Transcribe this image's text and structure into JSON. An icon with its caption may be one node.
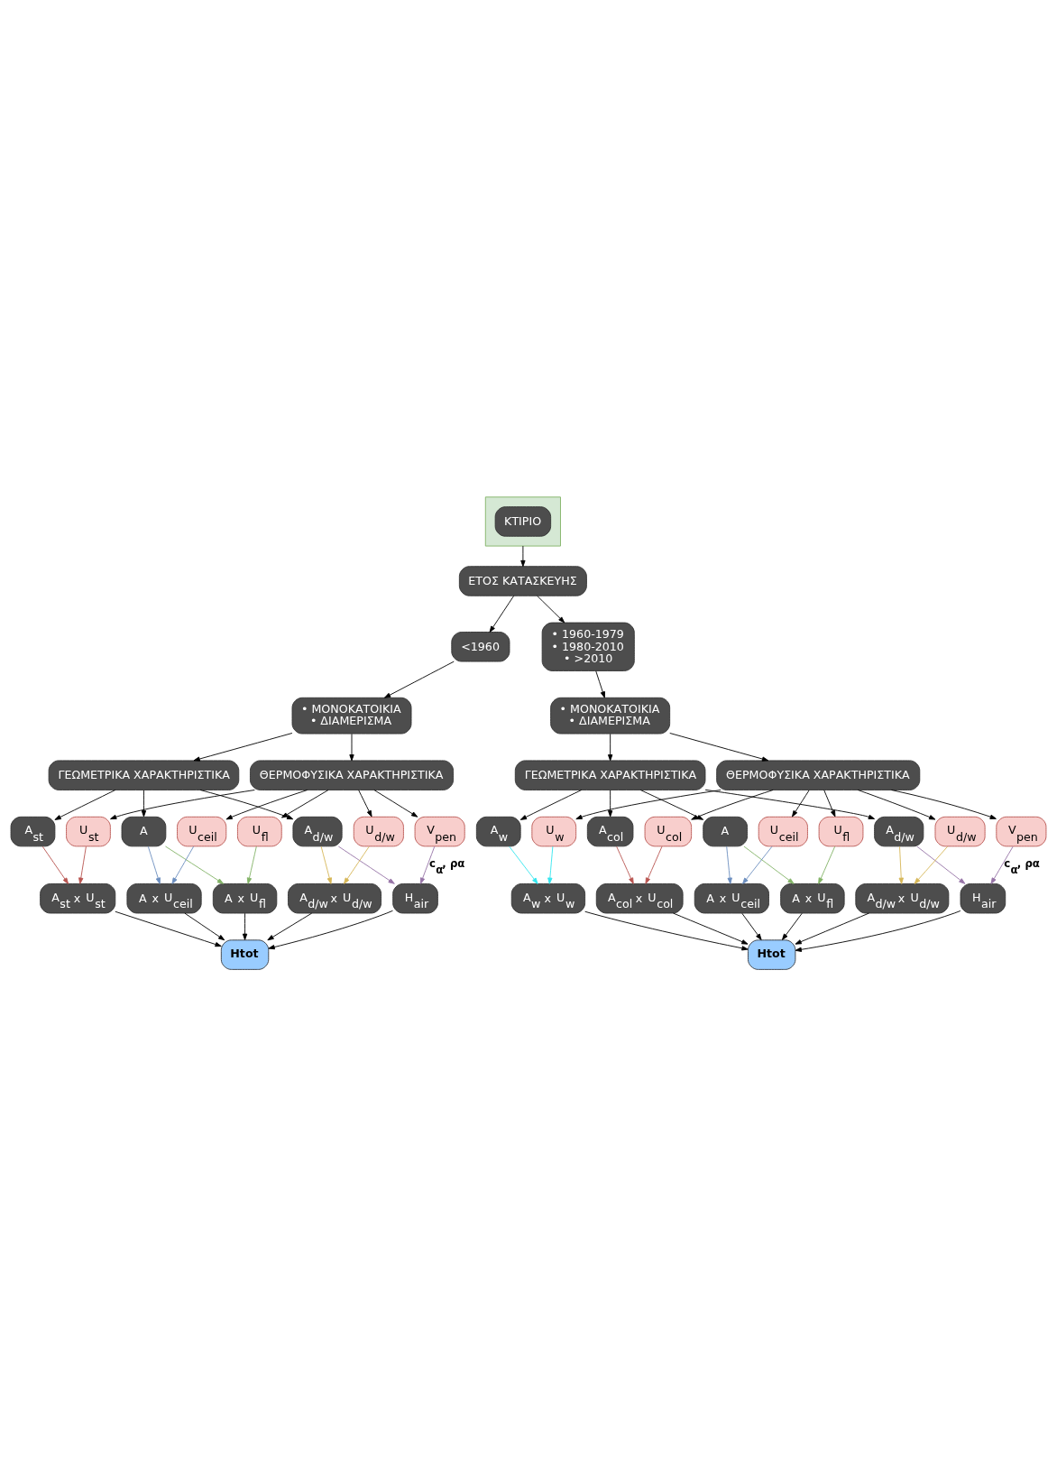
{
  "diagram": {
    "nodes": [
      {
        "text": [],
        "shape": "box"
      },
      {
        "text": [
          "ΚΤΙΡΙΟ"
        ],
        "in": 0
      },
      {
        "text": [
          "ΕΤΟΣ ΚΑΤΑΣΚΕΥΗΣ"
        ]
      },
      {
        "text": [
          "<1960"
        ]
      },
      {
        "text": [
          "• 1960-1979",
          "• 1980-2010",
          "• >2010"
        ]
      },
      {
        "text": [
          "• ΜΟΝΟΚΑΤΟΙΚΙΑ",
          "• ΔΙΑΜΕΡΙΣΜΑ"
        ]
      },
      {
        "text": [
          "• ΜΟΝΟΚΑΤΟΙΚΙΑ",
          "• ΔΙΑΜΕΡΙΣΜΑ"
        ]
      },
      {
        "text": [
          "ΓΕΩΜΕΤΡΙΚΑ ΧΑΡΑΚΤΗΡΙΣΤΙΚΑ"
        ]
      },
      {
        "text": [
          "ΘΕΡΜΟΦΥΣΙΚΑ ΧΑΡΑΚΤΗΡΙΣΤΙΚΑ"
        ]
      },
      {
        "text": [
          "A"
        ]
      },
      {
        "text": [
          "A$_{st}$"
        ]
      },
      {
        "text": [
          "A$_{d/w}$"
        ]
      },
      {
        "text": [
          "U$_{st}$"
        ]
      },
      {
        "text": [
          "U$_{ceil}$"
        ]
      },
      {
        "text": [
          "U$_{fl}$"
        ]
      },
      {
        "text": [
          "U$_{d/w}$"
        ]
      },
      {
        "text": [
          "V$_{pen}$"
        ]
      },
      {
        "text": [
          "A$_{st}$ x U$_{st}$"
        ]
      },
      {
        "text": [
          "A x U$_{ceil}$"
        ]
      },
      {
        "text": [
          "A x U$_{fl}$"
        ]
      },
      {
        "text": [
          "A$_{d/w}$ x U$_{d/w}$"
        ]
      },
      {
        "text": [
          "H$_{air}$"
        ]
      },
      {
        "text": [
          "Htot"
        ]
      },
      {
        "text": [
          "ΓΕΩΜΕΤΡΙΚΑ ΧΑΡΑΚΤΗΡΙΣΤΙΚΑ"
        ]
      },
      {
        "text": [
          "ΘΕΡΜΟΦΥΣΙΚΑ ΧΑΡΑΚΤΗΡΙΣΤΙΚΑ"
        ]
      },
      {
        "text": [
          "A"
        ]
      },
      {
        "text": [
          "A$_{w}$"
        ]
      },
      {
        "text": [
          "A$_{col}$"
        ]
      },
      {
        "text": [
          "A$_{d/w}$"
        ]
      },
      {
        "text": [
          "U$_{w}$"
        ]
      },
      {
        "text": [
          "U$_{col}$"
        ]
      },
      {
        "text": [
          "U$_{ceil}$"
        ]
      },
      {
        "text": [
          "U$_{fl}$"
        ]
      },
      {
        "text": [
          "U$_{d/w}$"
        ]
      },
      {
        "text": [
          "V$_{pen}$"
        ]
      },
      {
        "text": [
          "A$_{w}$ x U$_{w}$"
        ]
      },
      {
        "text": [
          "A$_{col}$ x U$_{col}$"
        ]
      },
      {
        "text": [
          "A x U$_{ceil}$"
        ]
      },
      {
        "text": [
          "A x U$_{fl}$"
        ]
      },
      {
        "text": [
          "A$_{d/w}$ x U$_{d/w}$"
        ]
      },
      {
        "text": [
          "H$_{air}$"
        ]
      },
      {
        "text": [
          "Htot"
        ]
      }
    ],
    "edges": [
      {
        "from": 0,
        "to": 2,
        "arrow": "to"
      },
      {
        "from": 2,
        "to": 3,
        "arrow": "to"
      },
      {
        "from": 2,
        "to": 4,
        "arrow": "to"
      },
      {
        "from": 3,
        "to": 5,
        "arrow": "to"
      },
      {
        "from": 4,
        "to": 6,
        "arrow": "to"
      },
      {
        "from": 5,
        "to": 7,
        "arrow": "to"
      },
      {
        "from": 5,
        "to": 8,
        "arrow": "to"
      },
      {
        "from": 7,
        "to": 9,
        "arrow": "to"
      },
      {
        "from": 7,
        "to": 10,
        "arrow": "to"
      },
      {
        "from": 7,
        "to": 11,
        "arrow": "to"
      },
      {
        "from": 8,
        "to": 12,
        "arrow": "to"
      },
      {
        "from": 8,
        "to": 13,
        "arrow": "to"
      },
      {
        "from": 8,
        "to": 14,
        "arrow": "to"
      },
      {
        "from": 8,
        "to": 15,
        "arrow": "to"
      },
      {
        "from": 8,
        "to": 16,
        "arrow": "to"
      },
      {
        "from": 10,
        "to": 17,
        "arrow": "to",
        "color": "#b85450"
      },
      {
        "from": 12,
        "to": 17,
        "arrow": "to",
        "color": "#b85450"
      },
      {
        "from": 9,
        "to": 18,
        "arrow": "to",
        "color": "#6c8ebf"
      },
      {
        "from": 13,
        "to": 18,
        "arrow": "to",
        "color": "#6c8ebf"
      },
      {
        "from": 9,
        "to": 19,
        "arrow": "to",
        "color": "#82b366"
      },
      {
        "from": 14,
        "to": 19,
        "arrow": "to",
        "color": "#82b366"
      },
      {
        "from": 11,
        "to": 20,
        "arrow": "to",
        "color": "#d6b656"
      },
      {
        "from": 15,
        "to": 20,
        "arrow": "to",
        "color": "#d6b656"
      },
      {
        "from": 11,
        "to": 21,
        "arrow": "to",
        "color": "#9673a6"
      },
      {
        "from": 16,
        "to": 21,
        "arrow": "to",
        "color": "#9673a6",
        "label": "c$_{α}$, ρα"
      },
      {
        "from": 17,
        "to": 22,
        "arrow": "to"
      },
      {
        "from": 18,
        "to": 22,
        "arrow": "to"
      },
      {
        "from": 19,
        "to": 22,
        "arrow": "to"
      },
      {
        "from": 20,
        "to": 22,
        "arrow": "to"
      },
      {
        "from": 21,
        "to": 22,
        "arrow": "to"
      },
      {
        "from": 6,
        "to": 23,
        "arrow": "to"
      },
      {
        "from": 6,
        "to": 24,
        "arrow": "to"
      },
      {
        "from": 23,
        "to": 25,
        "arrow": "to"
      },
      {
        "from": 23,
        "to": 26,
        "arrow": "to"
      },
      {
        "from": 23,
        "to": 27,
        "arrow": "to"
      },
      {
        "from": 23,
        "to": 28,
        "arrow": "to"
      },
      {
        "from": 24,
        "to": 29,
        "arrow": "to"
      },
      {
        "from": 24,
        "to": 30,
        "arrow": "to"
      },
      {
        "from": 24,
        "to": 31,
        "arrow": "to"
      },
      {
        "from": 24,
        "to": 32,
        "arrow": "to"
      },
      {
        "from": 24,
        "to": 33,
        "arrow": "to"
      },
      {
        "from": 24,
        "to": 34,
        "arrow": "to"
      },
      {
        "from": 26,
        "to": 35,
        "arrow": "to",
        "color": "#33e6ee"
      },
      {
        "from": 29,
        "to": 35,
        "arrow": "to",
        "color": "#33e6ee"
      },
      {
        "from": 27,
        "to": 36,
        "arrow": "to",
        "color": "#b85450"
      },
      {
        "from": 30,
        "to": 36,
        "arrow": "to",
        "color": "#b85450"
      },
      {
        "from": 25,
        "to": 37,
        "arrow": "to",
        "color": "#6c8ebf"
      },
      {
        "from": 31,
        "to": 37,
        "arrow": "to",
        "color": "#6c8ebf"
      },
      {
        "from": 25,
        "to": 38,
        "arrow": "to",
        "color": "#82b366"
      },
      {
        "from": 32,
        "to": 38,
        "arrow": "to",
        "color": "#82b366"
      },
      {
        "from": 28,
        "to": 39,
        "arrow": "to",
        "color": "#d6b656"
      },
      {
        "from": 33,
        "to": 39,
        "arrow": "to",
        "color": "#d6b656"
      },
      {
        "from": 28,
        "to": 40,
        "arrow": "to",
        "color": "#9673a6"
      },
      {
        "from": 34,
        "to": 40,
        "arrow": "to",
        "color": "#9673a6",
        "label": "c$_{α}$, ρα"
      },
      {
        "from": 35,
        "to": 41,
        "arrow": "to"
      },
      {
        "from": 36,
        "to": 41,
        "arrow": "to"
      },
      {
        "from": 37,
        "to": 41,
        "arrow": "to"
      },
      {
        "from": 38,
        "to": 41,
        "arrow": "to"
      },
      {
        "from": 39,
        "to": 41,
        "arrow": "to"
      },
      {
        "from": 40,
        "to": 41,
        "arrow": "to"
      }
    ]
  }
}
